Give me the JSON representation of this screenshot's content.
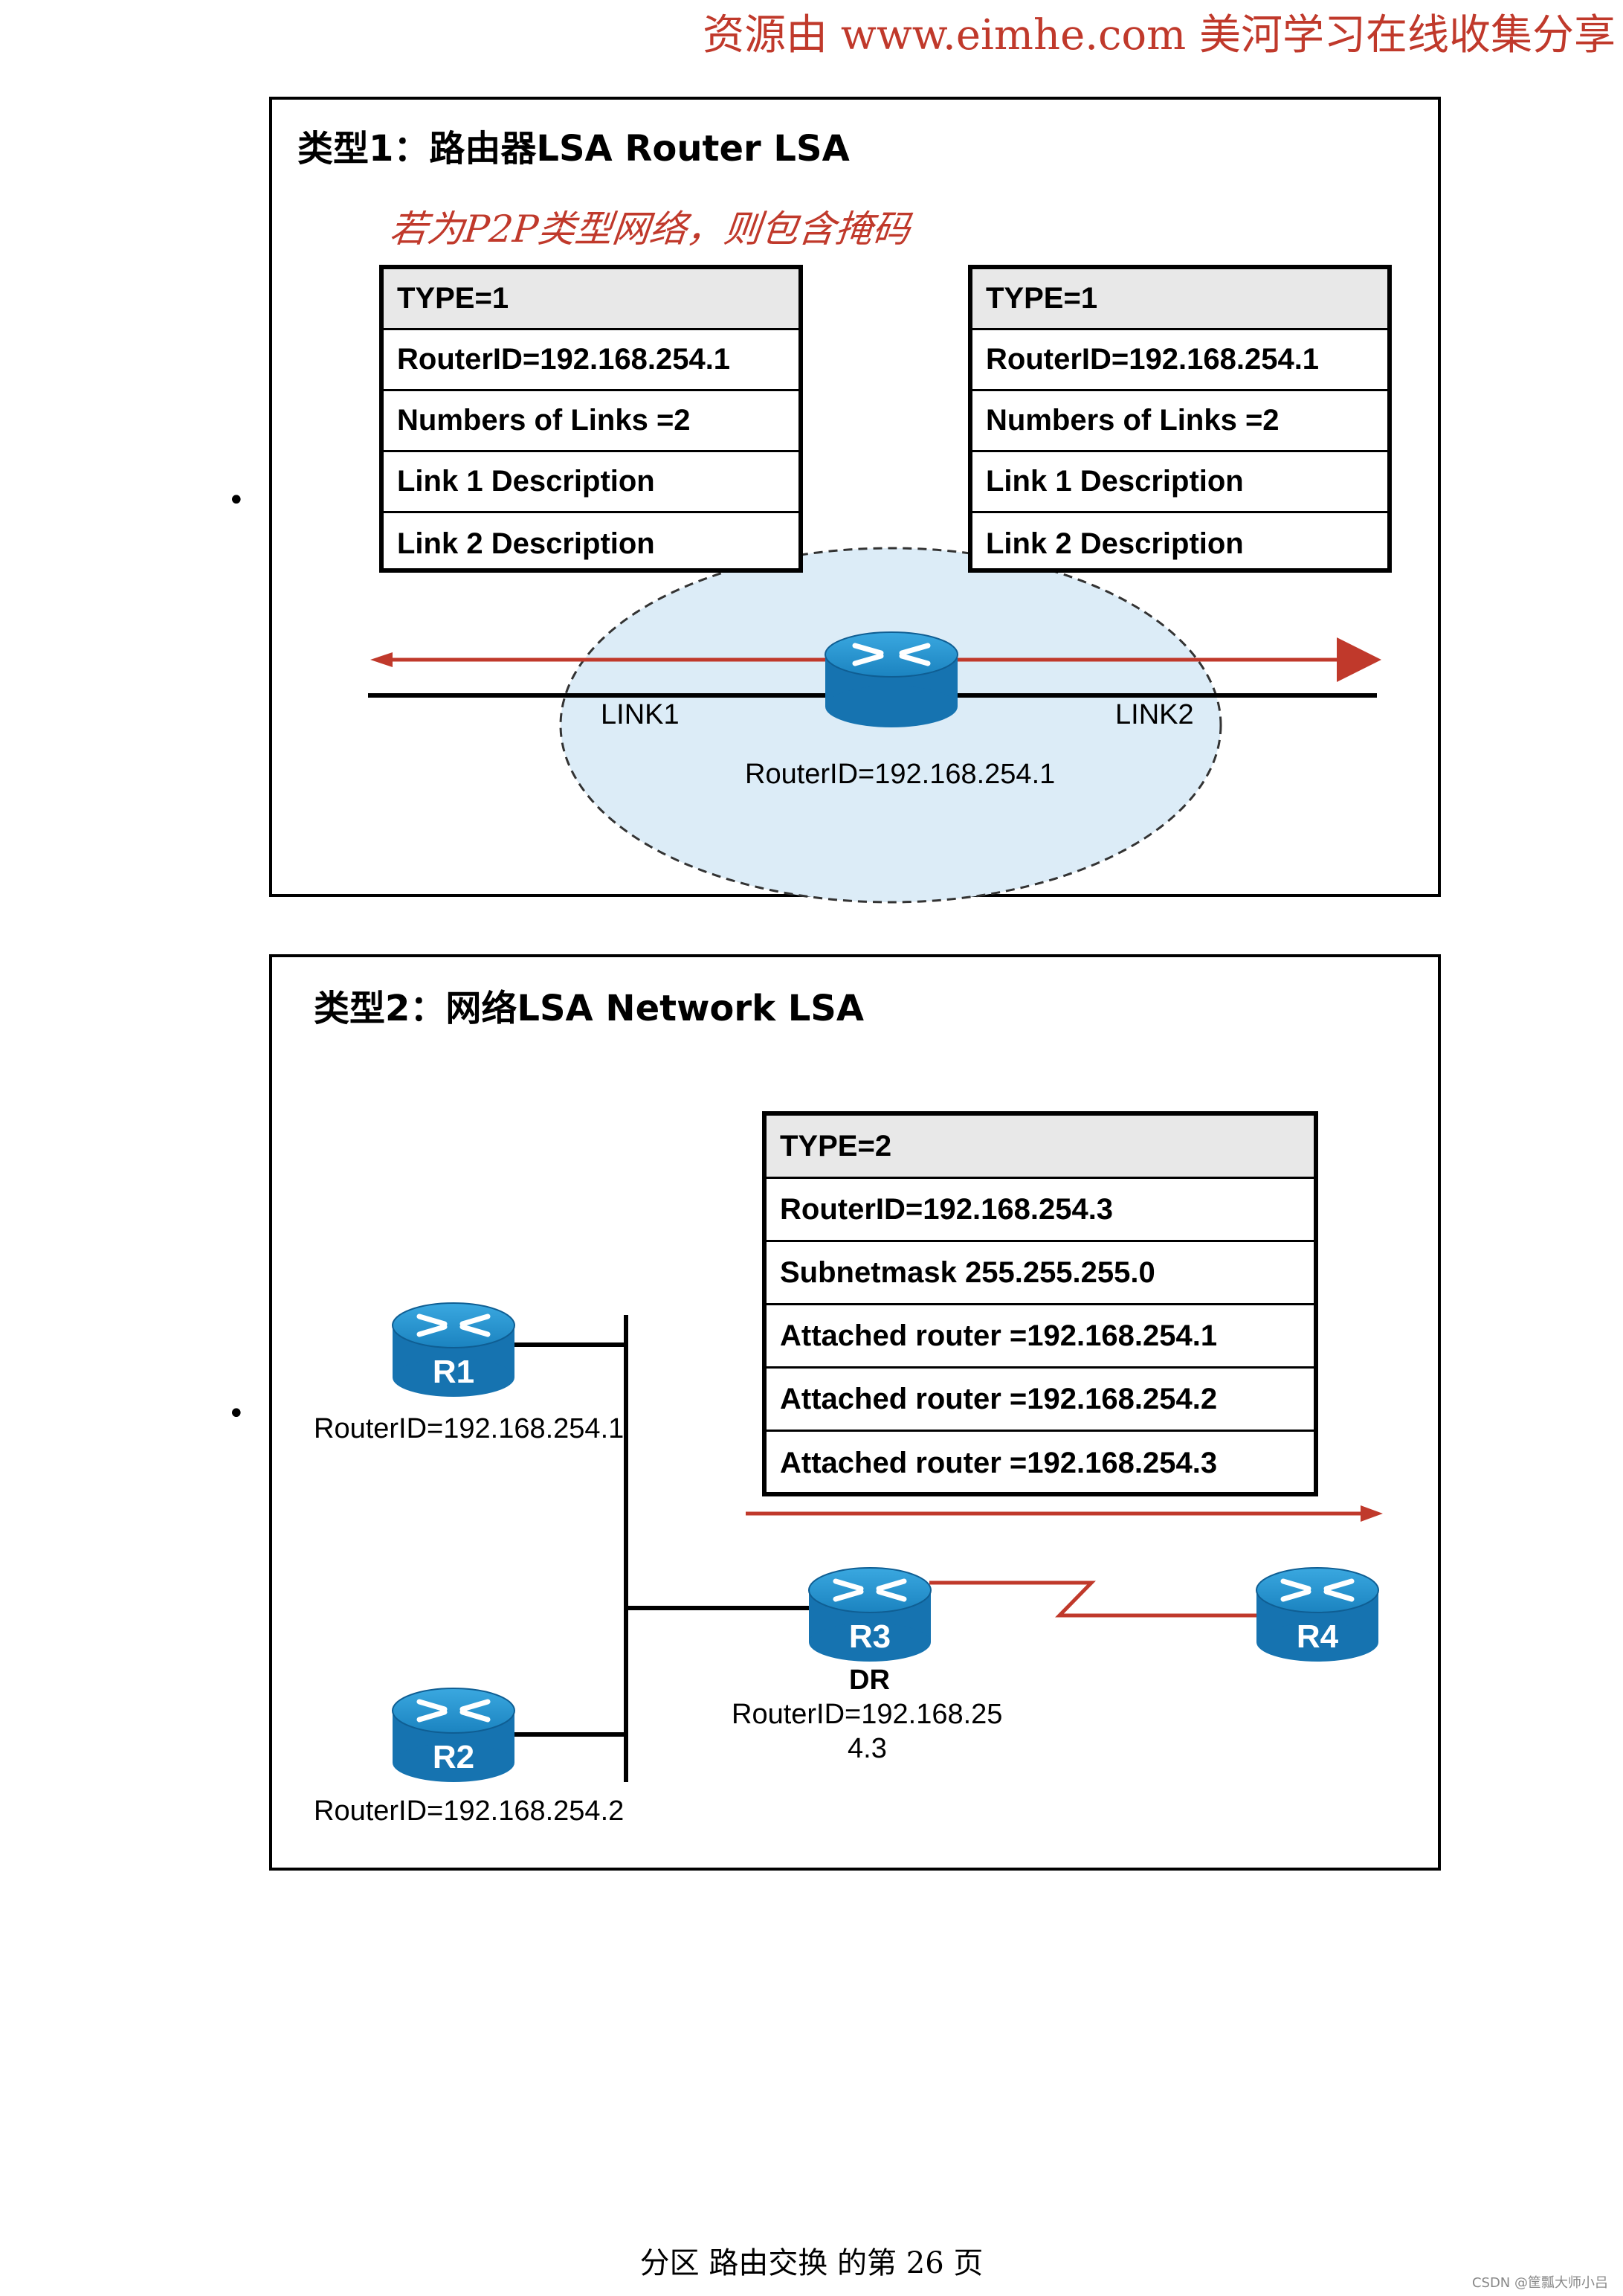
{
  "banner": "资源由 www.eimhe.com 美河学习在线收集分享",
  "panel1": {
    "title": "类型1：路由器LSA  Router LSA",
    "handwritten": "若为P2P类型网络，则包含掩码",
    "bullet": "•",
    "lsa_left": [
      "TYPE=1",
      "RouterID=192.168.254.1",
      "Numbers of Links =2",
      "Link 1 Description",
      "Link 2 Description"
    ],
    "lsa_right": [
      "TYPE=1",
      "RouterID=192.168.254.1",
      "Numbers of Links =2",
      "Link 1 Description",
      "Link 2 Description"
    ],
    "link1": "LINK1",
    "link2": "LINK2",
    "router_id": "RouterID=192.168.254.1"
  },
  "panel2": {
    "title": "类型2：网络LSA  Network LSA",
    "bullet": "•",
    "lsa": [
      "TYPE=2",
      "RouterID=192.168.254.3",
      "Subnetmask 255.255.255.0",
      "Attached router =192.168.254.1",
      "Attached router =192.168.254.2",
      "Attached router =192.168.254.3"
    ],
    "r1": {
      "name": "R1",
      "id": "RouterID=192.168.254.1"
    },
    "r2": {
      "name": "R2",
      "id": "RouterID=192.168.254.2"
    },
    "r3": {
      "name": "R3",
      "role": "DR",
      "id_line1": "RouterID=192.168.25",
      "id_line2": "4.3"
    },
    "r4": {
      "name": "R4"
    }
  },
  "footer": "分区 路由交换 的第 26 页",
  "watermark": "CSDN @筐瓢大师小吕",
  "colors": {
    "accent_red": "#c0392b",
    "router_blue": "#1f8fc8",
    "cloud_fill": "#dcecf7"
  }
}
